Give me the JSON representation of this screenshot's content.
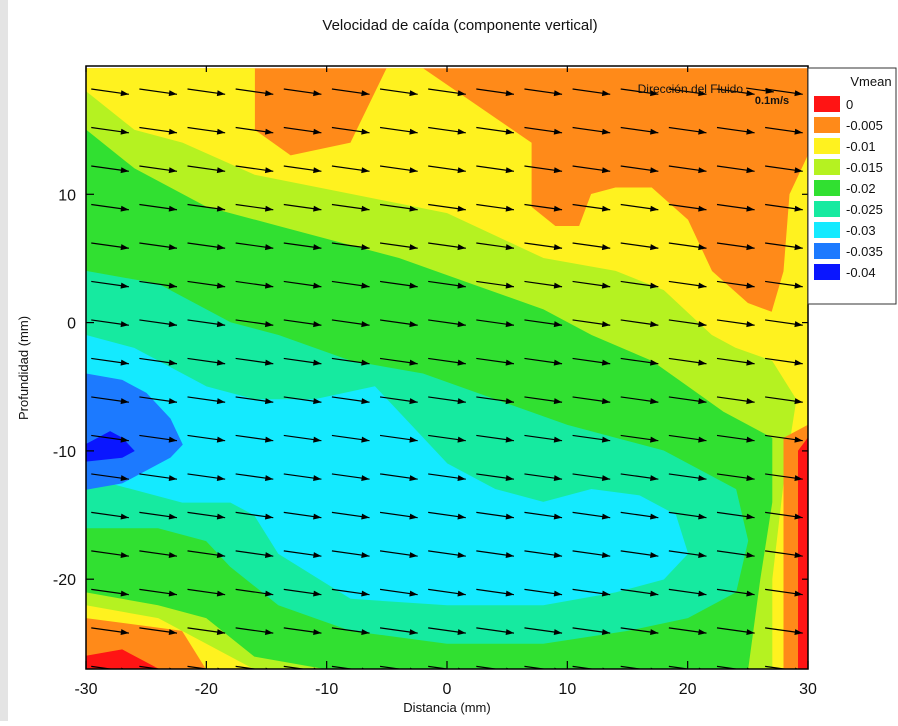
{
  "chart_data": {
    "type": "heatmap",
    "subtype": "filled-contour with vector field",
    "title": "Velocidad de caída (componente vertical)",
    "xlabel": "Distancia (mm)",
    "ylabel": "Profundidad (mm)",
    "xlim": [
      -30,
      30
    ],
    "ylim": [
      -27,
      20
    ],
    "xticks": [
      -30,
      -20,
      -10,
      0,
      10,
      20,
      30
    ],
    "yticks": [
      -20,
      -10,
      0,
      10
    ],
    "legend": {
      "title": "Vmean",
      "position": "top-right",
      "levels": [
        {
          "label": "0",
          "color": "#ff1414"
        },
        {
          "label": "-0.005",
          "color": "#ff8a19"
        },
        {
          "label": "-0.01",
          "color": "#fff21f"
        },
        {
          "label": "-0.015",
          "color": "#b5f221"
        },
        {
          "label": "-0.02",
          "color": "#31e031"
        },
        {
          "label": "-0.025",
          "color": "#16eaa0"
        },
        {
          "label": "-0.03",
          "color": "#14eaff"
        },
        {
          "label": "-0.035",
          "color": "#1c7aff"
        },
        {
          "label": "-0.04",
          "color": "#0a16ff"
        }
      ]
    },
    "vector_annotation": {
      "label": "Dirección del Fluido",
      "scale_label": "0.1m/s"
    },
    "vector_direction_deg_below_horizontal": 8,
    "grid": false,
    "contour_bands": [
      {
        "color": "#ff8a19",
        "points": [
          [
            -30,
            19.8
          ],
          [
            30,
            19.8
          ],
          [
            30,
            -27
          ],
          [
            -30,
            -27
          ]
        ]
      },
      {
        "color": "#fff21f",
        "points": [
          [
            -30,
            19.8
          ],
          [
            -28,
            19.8
          ],
          [
            -16,
            19.8
          ],
          [
            -16,
            15
          ],
          [
            -13,
            13
          ],
          [
            -8,
            14
          ],
          [
            -5,
            19.8
          ],
          [
            -2,
            19.8
          ],
          [
            7,
            14
          ],
          [
            7,
            9
          ],
          [
            9,
            7.5
          ],
          [
            11,
            7.5
          ],
          [
            12,
            10
          ],
          [
            14,
            10.5
          ],
          [
            17,
            10.5
          ],
          [
            20,
            8
          ],
          [
            22,
            4
          ],
          [
            25,
            1.5
          ],
          [
            27,
            0.8
          ],
          [
            28,
            4
          ],
          [
            28.5,
            10
          ],
          [
            30,
            13
          ],
          [
            30,
            -8
          ],
          [
            28,
            -12
          ],
          [
            28,
            -21
          ],
          [
            28,
            -27
          ],
          [
            -20,
            -27
          ],
          [
            -22,
            -24
          ],
          [
            -30,
            -23
          ]
        ]
      },
      {
        "color": "#b5f221",
        "points": [
          [
            -30,
            18
          ],
          [
            -26,
            15
          ],
          [
            -22,
            14
          ],
          [
            -16,
            11.5
          ],
          [
            -8,
            10
          ],
          [
            0,
            8.5
          ],
          [
            8,
            5
          ],
          [
            14,
            4
          ],
          [
            18,
            2.5
          ],
          [
            22,
            -1
          ],
          [
            24,
            -2
          ],
          [
            27,
            -3
          ],
          [
            29,
            -6
          ],
          [
            28,
            -12
          ],
          [
            27,
            -20
          ],
          [
            27,
            -27
          ],
          [
            -16,
            -27
          ],
          [
            -20,
            -25
          ],
          [
            -24,
            -23
          ],
          [
            -30,
            -22
          ]
        ]
      },
      {
        "color": "#31e031",
        "points": [
          [
            -30,
            15
          ],
          [
            -26,
            12
          ],
          [
            -20,
            9
          ],
          [
            -14,
            7.5
          ],
          [
            -8,
            6
          ],
          [
            -4,
            5
          ],
          [
            2,
            3
          ],
          [
            8,
            1
          ],
          [
            12,
            -1
          ],
          [
            17,
            -3
          ],
          [
            20,
            -5
          ],
          [
            23,
            -7
          ],
          [
            27,
            -9
          ],
          [
            27,
            -14
          ],
          [
            26,
            -20
          ],
          [
            25,
            -27
          ],
          [
            -10,
            -27
          ],
          [
            -16,
            -26
          ],
          [
            -20,
            -23
          ],
          [
            -24,
            -22
          ],
          [
            -30,
            -21
          ]
        ]
      },
      {
        "color": "#16eaa0",
        "points": [
          [
            -30,
            4
          ],
          [
            -24,
            3
          ],
          [
            -18,
            0
          ],
          [
            -14,
            -1
          ],
          [
            -8,
            -3
          ],
          [
            -2,
            -4
          ],
          [
            4,
            -6
          ],
          [
            10,
            -8
          ],
          [
            14,
            -9
          ],
          [
            18,
            -10
          ],
          [
            20,
            -11
          ],
          [
            24,
            -13
          ],
          [
            25,
            -17
          ],
          [
            24,
            -21
          ],
          [
            20,
            -23
          ],
          [
            15,
            -24
          ],
          [
            8,
            -25
          ],
          [
            0,
            -25
          ],
          [
            -8,
            -24
          ],
          [
            -14,
            -22
          ],
          [
            -18,
            -19
          ],
          [
            -20,
            -17
          ],
          [
            -24,
            -16
          ],
          [
            -30,
            -16
          ]
        ]
      },
      {
        "color": "#14eaff",
        "points": [
          [
            -30,
            -1
          ],
          [
            -26,
            -2
          ],
          [
            -20,
            -5
          ],
          [
            -16,
            -6
          ],
          [
            -11,
            -6
          ],
          [
            -6,
            -5
          ],
          [
            -3,
            -8
          ],
          [
            0,
            -11
          ],
          [
            4,
            -13
          ],
          [
            8,
            -14
          ],
          [
            12,
            -13
          ],
          [
            16,
            -13.5
          ],
          [
            19,
            -15
          ],
          [
            20,
            -18
          ],
          [
            18,
            -20
          ],
          [
            14,
            -21
          ],
          [
            8,
            -22
          ],
          [
            0,
            -22
          ],
          [
            -8,
            -21.5
          ],
          [
            -14,
            -18
          ],
          [
            -16,
            -15
          ],
          [
            -18,
            -14
          ],
          [
            -22,
            -14
          ],
          [
            -26,
            -13
          ],
          [
            -30,
            -12
          ]
        ]
      },
      {
        "color": "#1c7aff",
        "points": [
          [
            -30,
            -4
          ],
          [
            -27,
            -4.5
          ],
          [
            -25,
            -5.5
          ],
          [
            -23,
            -7.5
          ],
          [
            -22,
            -9.5
          ],
          [
            -23,
            -10.5
          ],
          [
            -25,
            -11.5
          ],
          [
            -27,
            -12.5
          ],
          [
            -30,
            -13
          ]
        ]
      },
      {
        "color": "#0a16ff",
        "points": [
          [
            -30,
            -9.5
          ],
          [
            -28,
            -8.5
          ],
          [
            -27,
            -9
          ],
          [
            -26,
            -10
          ],
          [
            -27,
            -10.5
          ],
          [
            -30,
            -10.8
          ]
        ]
      },
      {
        "color": "#ff8a19",
        "points": [
          [
            28,
            -9
          ],
          [
            30,
            -8
          ],
          [
            30,
            -27
          ],
          [
            28,
            -27
          ]
        ]
      },
      {
        "color": "#ff1414",
        "points": [
          [
            29.2,
            -10
          ],
          [
            30,
            -9
          ],
          [
            30,
            -27
          ],
          [
            29.2,
            -27
          ]
        ]
      },
      {
        "color": "#ff1414",
        "points": [
          [
            -30,
            -26
          ],
          [
            -27,
            -25.5
          ],
          [
            -25,
            -26.5
          ],
          [
            -24,
            -27
          ],
          [
            -30,
            -27
          ]
        ]
      }
    ]
  }
}
